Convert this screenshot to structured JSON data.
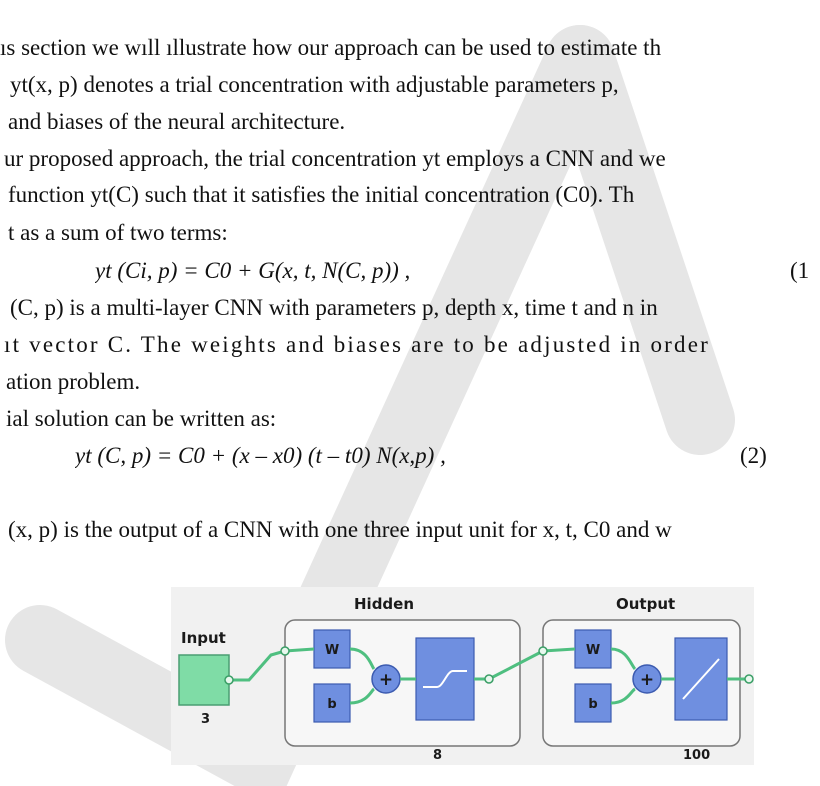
{
  "lines": [
    "ıs section we wıll ıllustrate how our approach can be used to estimate th",
    "yt(x, p) denotes a trial concentration with adjustable parameters p,",
    "and biases of the neural architecture.",
    "ur proposed approach, the trial concentration yt employs a CNN and we",
    "function yt(C) such that it satisfies the initial concentration (C0). Th",
    "t as a sum of two terms:",
    "yt (Ci, p) = C0 + G(x, t, N(C, p)) ,",
    "(C, p) is a multi-layer CNN with parameters p, depth x, time t and n in",
    "ıt vector C. The weights and biases are to be adjusted in order",
    "ation problem.",
    "ial solution can be written as:",
    "yt (C, p) = C0 + (x – x0) (t – t0) N(x,p) ,",
    "(x, p) is the output of a CNN with one three input unit for x, t, C0 and w"
  ],
  "equation_numbers": {
    "eq1": "(1",
    "eq2": "(2)"
  },
  "figure": {
    "input_label": "Input",
    "input_size": "3",
    "hidden_label": "Hidden",
    "hidden_size": "8",
    "output_label": "Output",
    "output_size": "100",
    "weight_label": "W",
    "bias_label": "b",
    "sum_symbol": "+"
  },
  "colors": {
    "input_block": "#7fdca6",
    "layer_block": "#6f8fe0",
    "connector": "#4fbf80",
    "watermark": "#e8e8e8"
  }
}
